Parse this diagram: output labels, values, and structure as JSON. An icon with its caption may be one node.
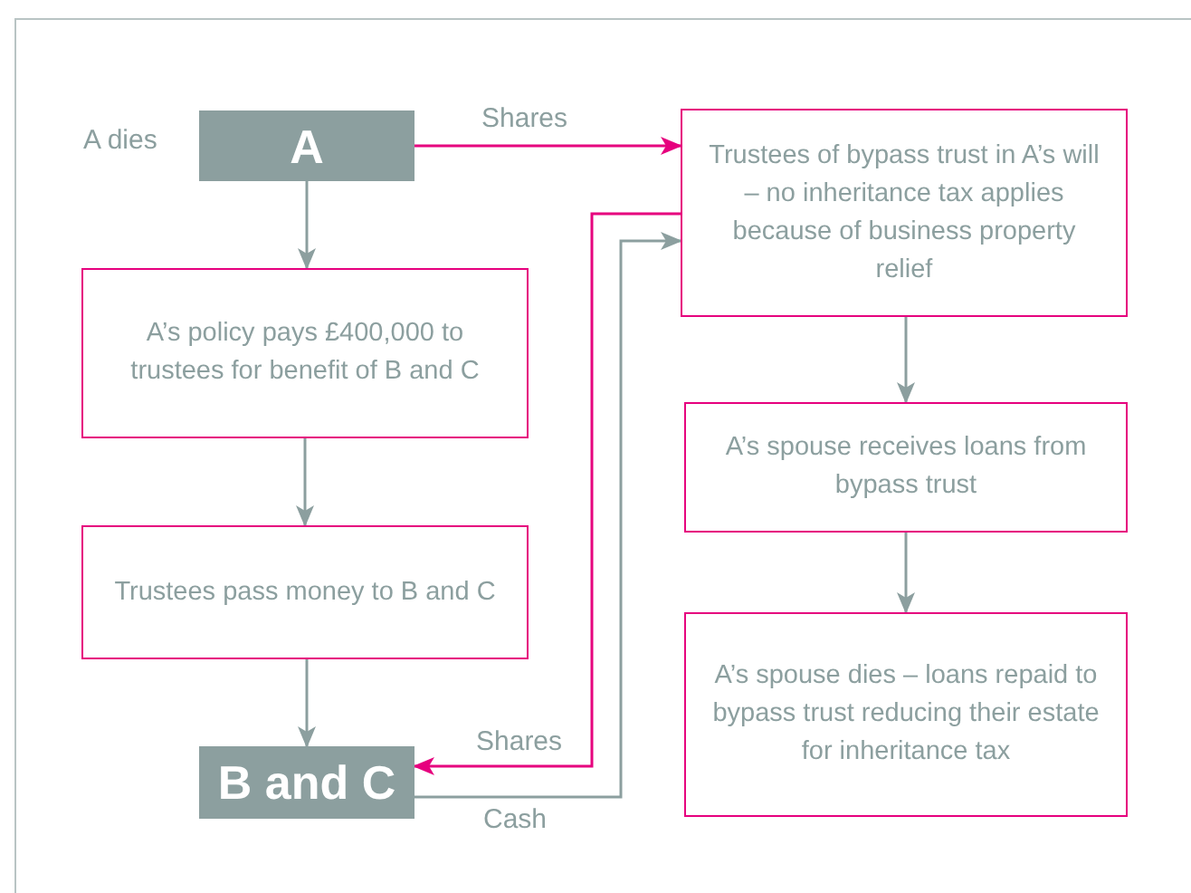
{
  "diagram": {
    "nodes": [
      {
        "text": [
          "A"
        ],
        "beside": [
          "A dies"
        ]
      },
      {
        "text": [
          "Trustees of bypass trust in A’s will – no inheritance tax applies because of business property relief"
        ]
      },
      {
        "text": [
          "A’s policy pays £400,000 to trustees for benefit of B and C"
        ]
      },
      {
        "text": [
          "Trustees pass money to B and C"
        ]
      },
      {
        "text": [
          "B and C"
        ]
      },
      {
        "text": [
          "A’s spouse receives loans from bypass trust"
        ]
      },
      {
        "text": [
          "A’s spouse dies – loans repaid to bypass trust reducing their estate for inheritance tax"
        ]
      }
    ],
    "edges": [
      {
        "from": 0,
        "to": 1,
        "arrow": "to",
        "label": "Shares",
        "color": "#e6007e"
      },
      {
        "from": 0,
        "to": 2,
        "arrow": "to"
      },
      {
        "from": 2,
        "to": 3,
        "arrow": "to"
      },
      {
        "from": 3,
        "to": 4,
        "arrow": "to"
      },
      {
        "from": 1,
        "to": 4,
        "arrow": "to",
        "label": "Shares",
        "color": "#e6007e"
      },
      {
        "from": 4,
        "to": 1,
        "arrow": "to",
        "label": "Cash"
      },
      {
        "from": 1,
        "to": 5,
        "arrow": "to"
      },
      {
        "from": 5,
        "to": 6,
        "arrow": "to"
      }
    ]
  }
}
